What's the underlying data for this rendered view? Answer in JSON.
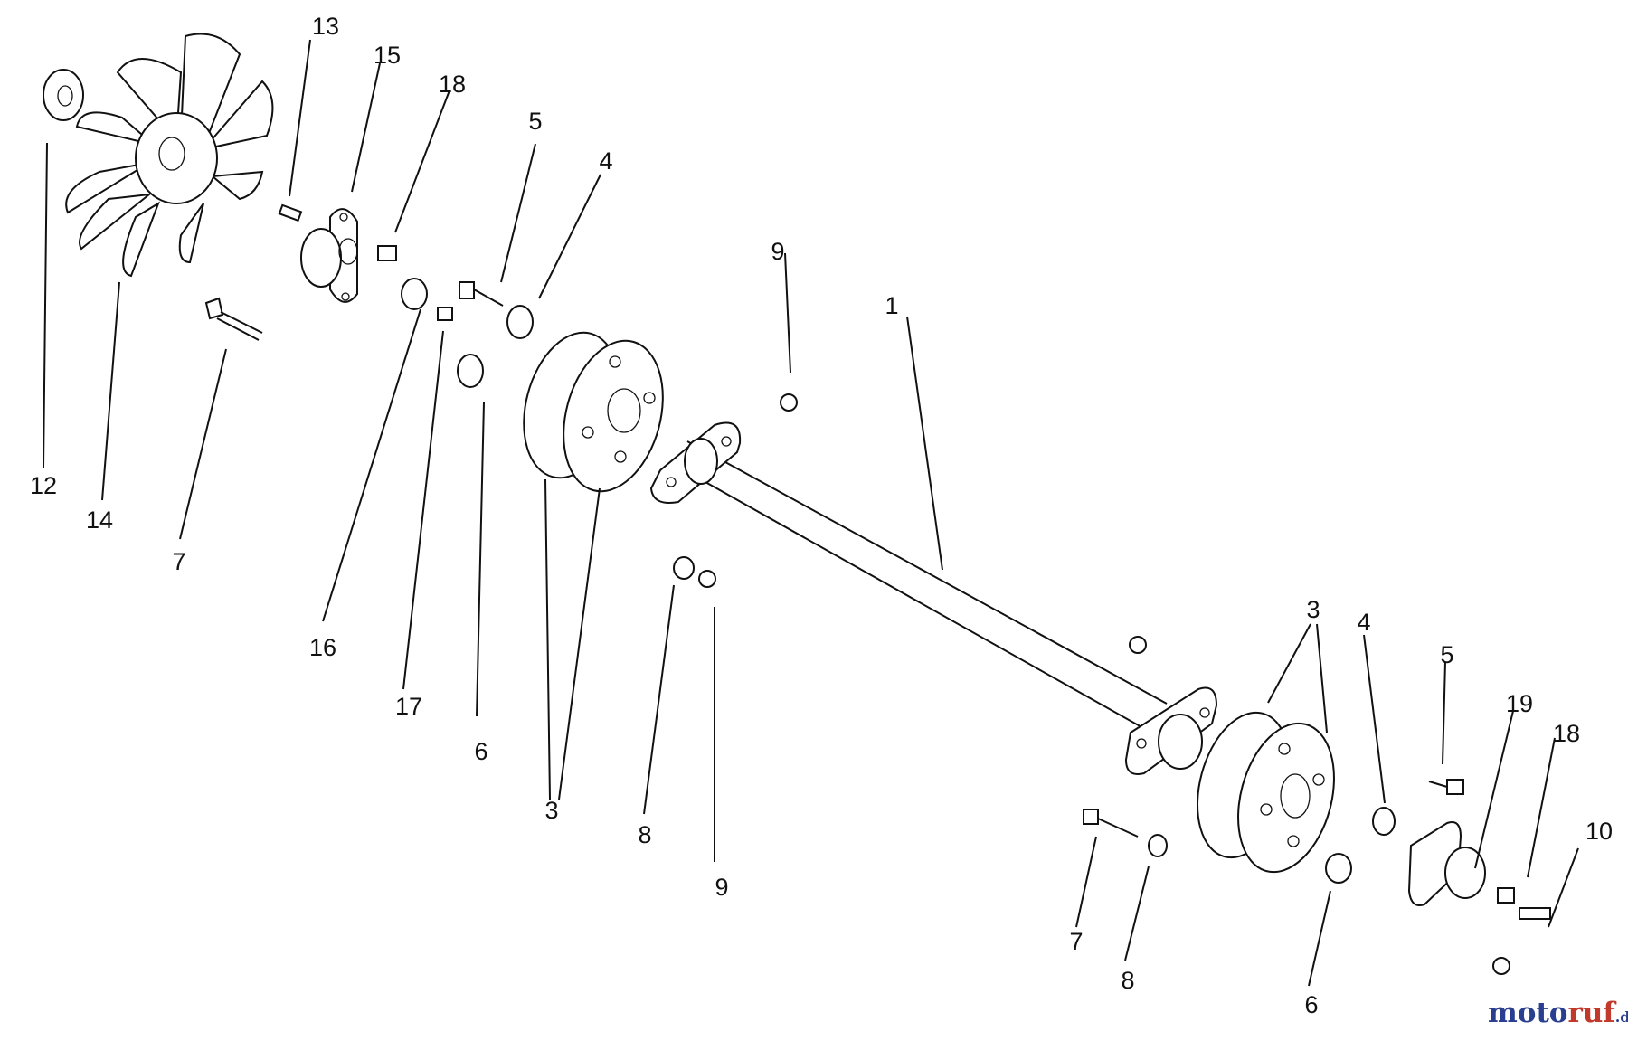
{
  "callouts": {
    "c1": "1",
    "c3a": "3",
    "c3b": "3",
    "c4a": "4",
    "c4b": "4",
    "c5a": "5",
    "c5b": "5",
    "c6a": "6",
    "c6b": "6",
    "c7a": "7",
    "c7b": "7",
    "c8a": "8",
    "c8b": "8",
    "c9a": "9",
    "c9b": "9",
    "c10": "10",
    "c12": "12",
    "c13": "13",
    "c14": "14",
    "c15": "15",
    "c16": "16",
    "c17": "17",
    "c18a": "18",
    "c18b": "18",
    "c19": "19"
  },
  "watermark": {
    "brand_part1": "moto",
    "brand_part2": "ruf",
    "suffix": ".de",
    "color1": "#2a3f8f",
    "color2": "#c0392b"
  }
}
